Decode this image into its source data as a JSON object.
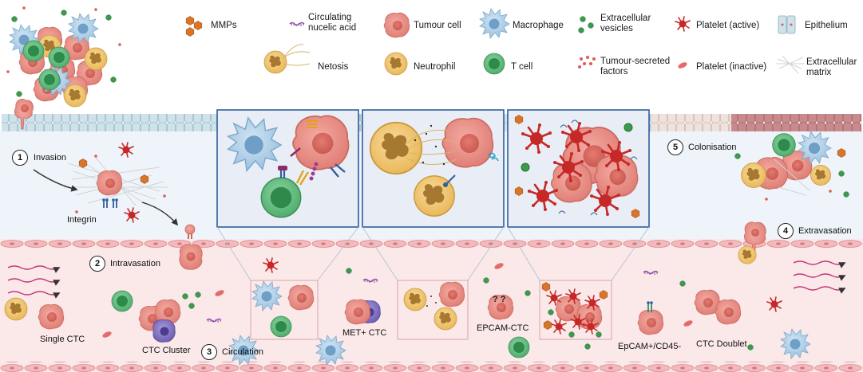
{
  "legend": {
    "mmps": "MMPs",
    "circulating_nucleic_acid_l1": "Circulating",
    "circulating_nucleic_acid_l2": "nucelic acid",
    "tumour_cell": "Tumour cell",
    "macrophage": "Macrophage",
    "extracellular_vesicles_l1": "Extracellular",
    "extracellular_vesicles_l2": "vesicles",
    "platelet_active": "Platelet (active)",
    "epithelium": "Epithelium",
    "netosis": "Netosis",
    "neutrophil": "Neutrophil",
    "t_cell": "T cell",
    "tumour_secreted_factors_l1": "Tumour-secreted",
    "tumour_secreted_factors_l2": "factors",
    "platelet_inactive": "Platelet (inactive)",
    "extracellular_matrix_l1": "Extracellular",
    "extracellular_matrix_l2": "matrix"
  },
  "stages": [
    {
      "number": "1",
      "label": "Invasion"
    },
    {
      "number": "2",
      "label": "Intravasation"
    },
    {
      "number": "3",
      "label": "Circulation"
    },
    {
      "number": "4",
      "label": "Extravasation"
    },
    {
      "number": "5",
      "label": "Colonisation"
    }
  ],
  "labels": {
    "integrin": "Integrin",
    "single_ctc": "Single CTC",
    "ctc_cluster": "CTC Cluster",
    "met_ctc": "MET+ CTC",
    "epcam_ctc": "EPCAM-CTC",
    "epcam_cd45": "EpCAM+/CD45-",
    "ctc_doublet": "CTC Doublet",
    "question_marks": "? ?"
  },
  "colors": {
    "tumour": "#e88f86",
    "macrophage": "#a9cbe6",
    "t_cell": "#5fba7d",
    "neutrophil": "#f0c774",
    "platelet": "#cc2a2a",
    "mmp": "#d9752b",
    "epithelium": "#c9dde5",
    "vessel": "#fbe9ea",
    "tissue": "#eef4f9",
    "box_border": "#3a6ea5"
  }
}
